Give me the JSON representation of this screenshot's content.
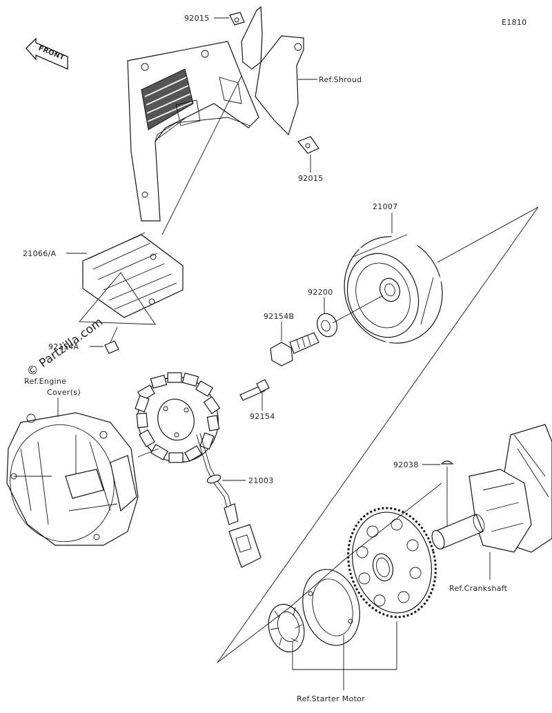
{
  "diagram_code": "E1810",
  "direction_label": "FRONT",
  "watermark": "© Partzilla.com",
  "callouts": {
    "top_clip": "92015",
    "lower_clip": "92015",
    "shroud_ref": "Ref.Shroud",
    "regulator": "21066/A",
    "reg_bolt": "92154A",
    "flywheel": "21007",
    "washer": "92200",
    "flywheel_bolt": "92154B",
    "stator_bolt": "92154",
    "stator": "21003",
    "engine_cover_ref_line1": "Ref.Engine",
    "engine_cover_ref_line2": "Cover(s)",
    "key": "92038",
    "crankshaft_ref": "Ref.Crankshaft",
    "starter_motor_ref": "Ref.Starter Motor"
  }
}
